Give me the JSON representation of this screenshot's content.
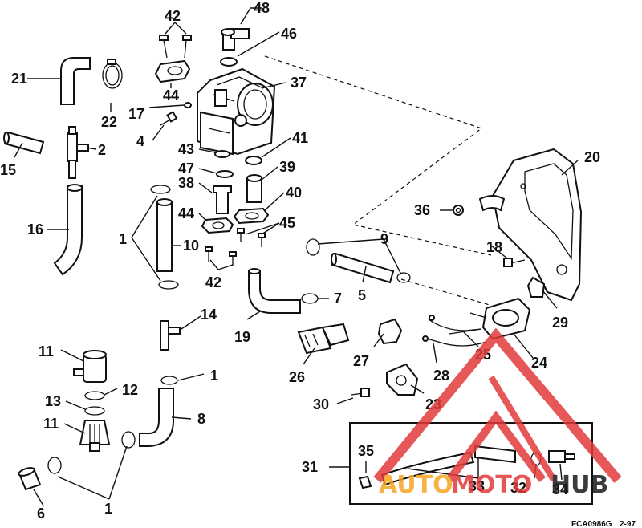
{
  "diagram": {
    "labels": {
      "n1a": "1",
      "n1b": "1",
      "n1c": "1",
      "n2": "2",
      "n4": "4",
      "n5": "5",
      "n6": "6",
      "n7": "7",
      "n8": "8",
      "n9": "9",
      "n10": "10",
      "n11a": "11",
      "n11b": "11",
      "n12": "12",
      "n13": "13",
      "n14": "14",
      "n15": "15",
      "n16": "16",
      "n17": "17",
      "n18": "18",
      "n19": "19",
      "n20": "20",
      "n21": "21",
      "n22": "22",
      "n23": "23",
      "n24": "24",
      "n25": "25",
      "n26": "26",
      "n27": "27",
      "n28": "28",
      "n29": "29",
      "n30": "30",
      "n31": "31",
      "n32": "32",
      "n33": "33",
      "n34": "34",
      "n35": "35",
      "n36": "36",
      "n37": "37",
      "n38": "38",
      "n39": "39",
      "n40": "40",
      "n41": "41",
      "n42a": "42",
      "n42b": "42",
      "n43": "43",
      "n44a": "44",
      "n44b": "44",
      "n45": "45",
      "n46": "46",
      "n47": "47",
      "n48": "48"
    },
    "figure_code": "FCA0986G",
    "year_code": "2-97"
  },
  "watermark": {
    "text_auto": "AUTO",
    "text_moto": "MOTO",
    "text_hub": "HUB",
    "colors": {
      "red": "#e23a3a",
      "orange": "#f5a623",
      "dark": "#1a1a1a"
    }
  }
}
